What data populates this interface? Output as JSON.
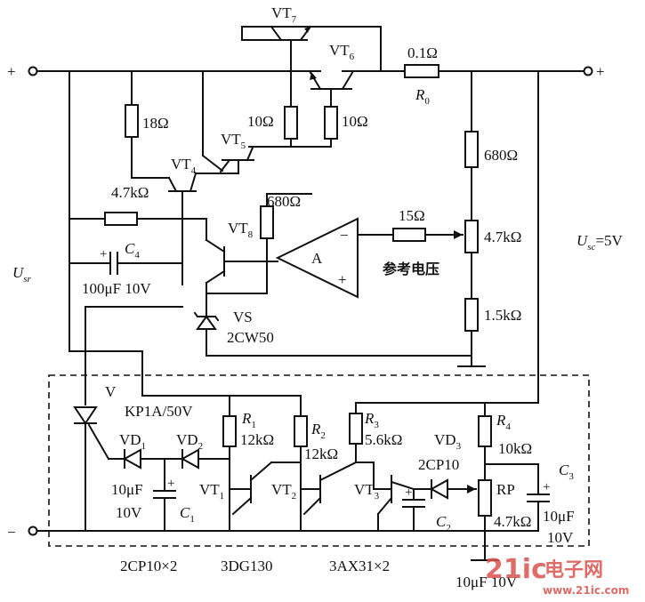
{
  "terminals": {
    "in_plus": "+",
    "in_minus": "−",
    "out_plus": "+"
  },
  "labels": {
    "input": "U",
    "input_sub": "sr",
    "output": "U",
    "output_sub": "sc",
    "output_val": "=5V"
  },
  "components": {
    "vt7": "VT",
    "vt7_n": "7",
    "vt6": "VT",
    "vt6_n": "6",
    "vt5": "VT",
    "vt5_n": "5",
    "vt4": "VT",
    "vt4_n": "4",
    "vt8": "VT",
    "vt8_n": "8",
    "r0_val": "0.1Ω",
    "r0": "R",
    "r0_n": "0",
    "r18": "18Ω",
    "r10a": "10Ω",
    "r10b": "10Ω",
    "r47k": "4.7kΩ",
    "r680a": "680Ω",
    "r680b": "680Ω",
    "r15": "15Ω",
    "pot47": "4.7kΩ",
    "r15k": "1.5kΩ",
    "c4": "C",
    "c4_n": "4",
    "c4_val": "100μF  10V",
    "opamp": "A",
    "opamp_minus": "−",
    "opamp_plus": "+",
    "ref_text": "参考电压",
    "vs": "VS",
    "vs_type": "2CW50",
    "v": "V",
    "kp": "KP1A/50V",
    "vd1": "VD",
    "vd1_n": "1",
    "vd2": "VD",
    "vd2_n": "2",
    "c1_val1": "10μF",
    "c1_val2": "10V",
    "c1": "C",
    "c1_n": "1",
    "r1": "R",
    "r1_n": "1",
    "r1_val": "12kΩ",
    "r2": "R",
    "r2_n": "2",
    "r2_val": "12kΩ",
    "r3": "R",
    "r3_n": "3",
    "r3_val": "5.6kΩ",
    "r4": "R",
    "r4_n": "4",
    "r4_val": "10kΩ",
    "vt1": "VT",
    "vt1_n": "1",
    "vt2": "VT",
    "vt2_n": "2",
    "vt3": "VT",
    "vt3_n": "3",
    "vd3": "VD",
    "vd3_n": "3",
    "vd3_type": "2CP10",
    "c2": "C",
    "c2_n": "2",
    "rp": "RP",
    "rp_val": "4.7kΩ",
    "c3": "C",
    "c3_n": "3",
    "c3_val1": "10μF",
    "c3_val2": "10V"
  },
  "footer": {
    "f1": "2CP10×2",
    "f2": "3DG130",
    "f3": "3AX31×2",
    "f4": "10μF 10V"
  },
  "watermark": {
    "a": "21ic",
    "b": "电子网",
    "c": "www.21ic.com"
  },
  "colors": {
    "ink": "#111111",
    "watermark": "#d9534f"
  }
}
